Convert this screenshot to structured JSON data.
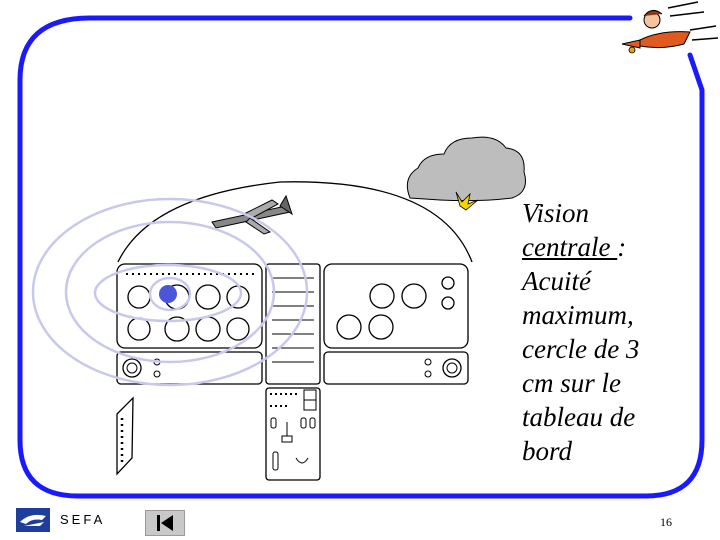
{
  "caption": {
    "line1": "Vision",
    "line2": "centrale ",
    "line2_suffix": ":",
    "line3": "Acuité",
    "line4": "maximum,",
    "line5": "cercle de 3",
    "line6": "cm sur le",
    "line7": "tableau de",
    "line8": "bord"
  },
  "footer": {
    "brand": "SEFA",
    "page_number": "16"
  },
  "icons": {
    "first_page": "skip-to-first-icon",
    "logo": "sefa-logo-icon",
    "mascot": "pilot-airplane-icon"
  },
  "colors": {
    "frame": "#1a1aff",
    "vision_circles": "#c8c8ee",
    "focus_dot": "#4a55d8",
    "cloud": "#bdbdbd"
  }
}
